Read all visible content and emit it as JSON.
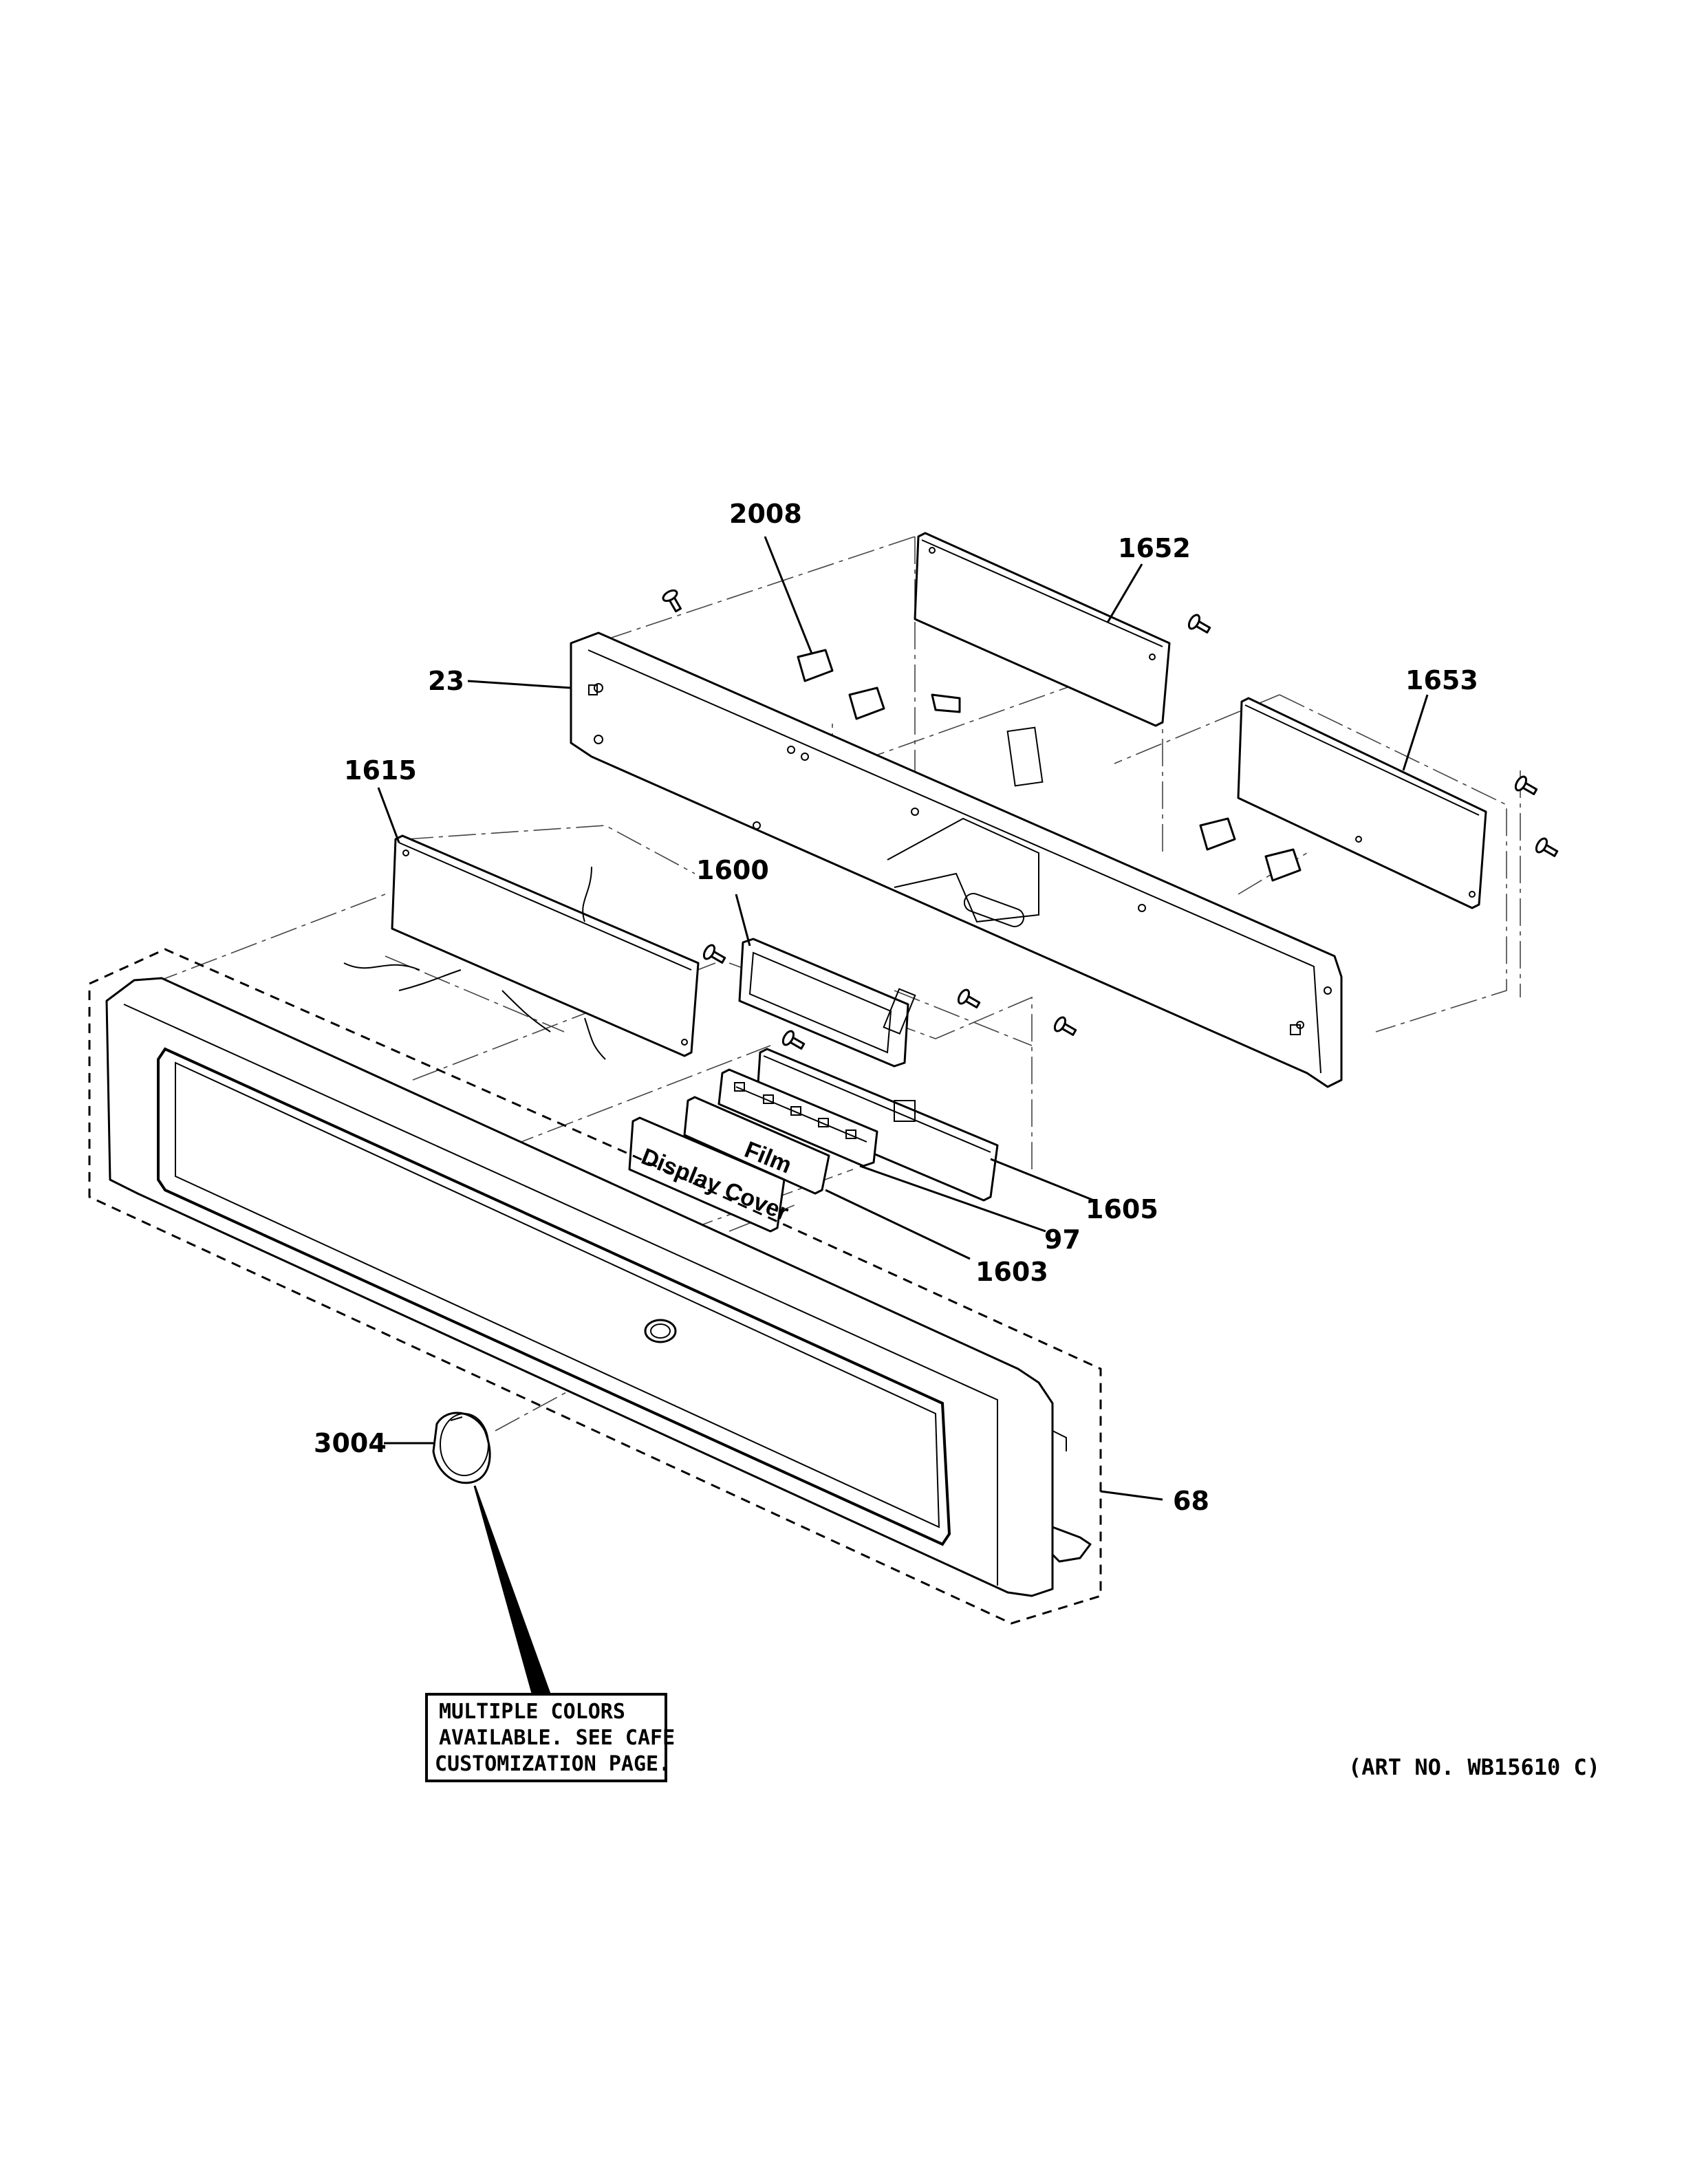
{
  "callouts": {
    "c2008": "2008",
    "c1652": "1652",
    "c23": "23",
    "c1653": "1653",
    "c1615": "1615",
    "c1600": "1600",
    "c1605": "1605",
    "c97": "97",
    "c1603": "1603",
    "c3004": "3004",
    "c68": "68"
  },
  "part_tags": {
    "film": "Film",
    "display_cover": "Display Cover"
  },
  "note": {
    "line1": "MULTIPLE COLORS",
    "line2": "AVAILABLE. SEE CAFE",
    "line3": "CUSTOMIZATION PAGE."
  },
  "art_number": "(ART NO. WB15610 C)"
}
